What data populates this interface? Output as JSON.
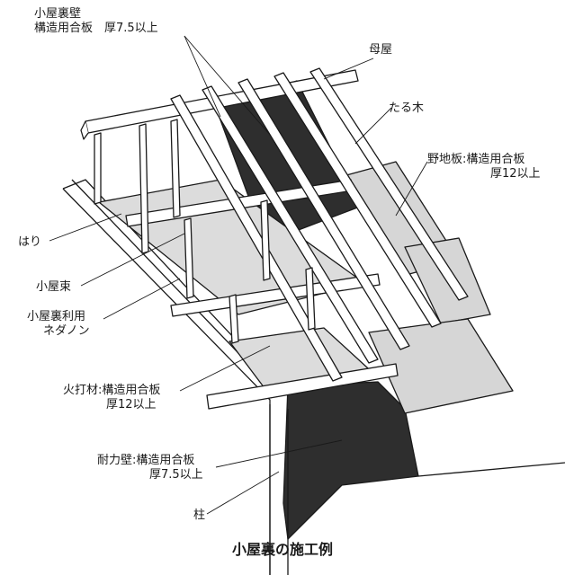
{
  "labels": {
    "koyaura_kabe_1": "小屋裏壁",
    "koyaura_kabe_2": "構造用合板　厚7.5以上",
    "moya": "母屋",
    "taruki": "たる木",
    "nojiita_1": "野地板:構造用合板",
    "nojiita_2": "厚12以上",
    "hari": "はり",
    "koyazuka": "小屋束",
    "koyaura_riyou_1": "小屋裏利用",
    "koyaura_riyou_2": "ネダノン",
    "hiuchi_1": "火打材:構造用合板",
    "hiuchi_2": "厚12以上",
    "tairyoku_1": "耐力壁:構造用合板",
    "tairyoku_2": "厚7.5以上",
    "hashira": "柱"
  },
  "caption": "小屋裏の施工例",
  "colors": {
    "line": "#1a1a1a",
    "wood": "#ffffff",
    "panel_light": "#d9d9d9",
    "panel_dark": "#2e2e2e"
  }
}
